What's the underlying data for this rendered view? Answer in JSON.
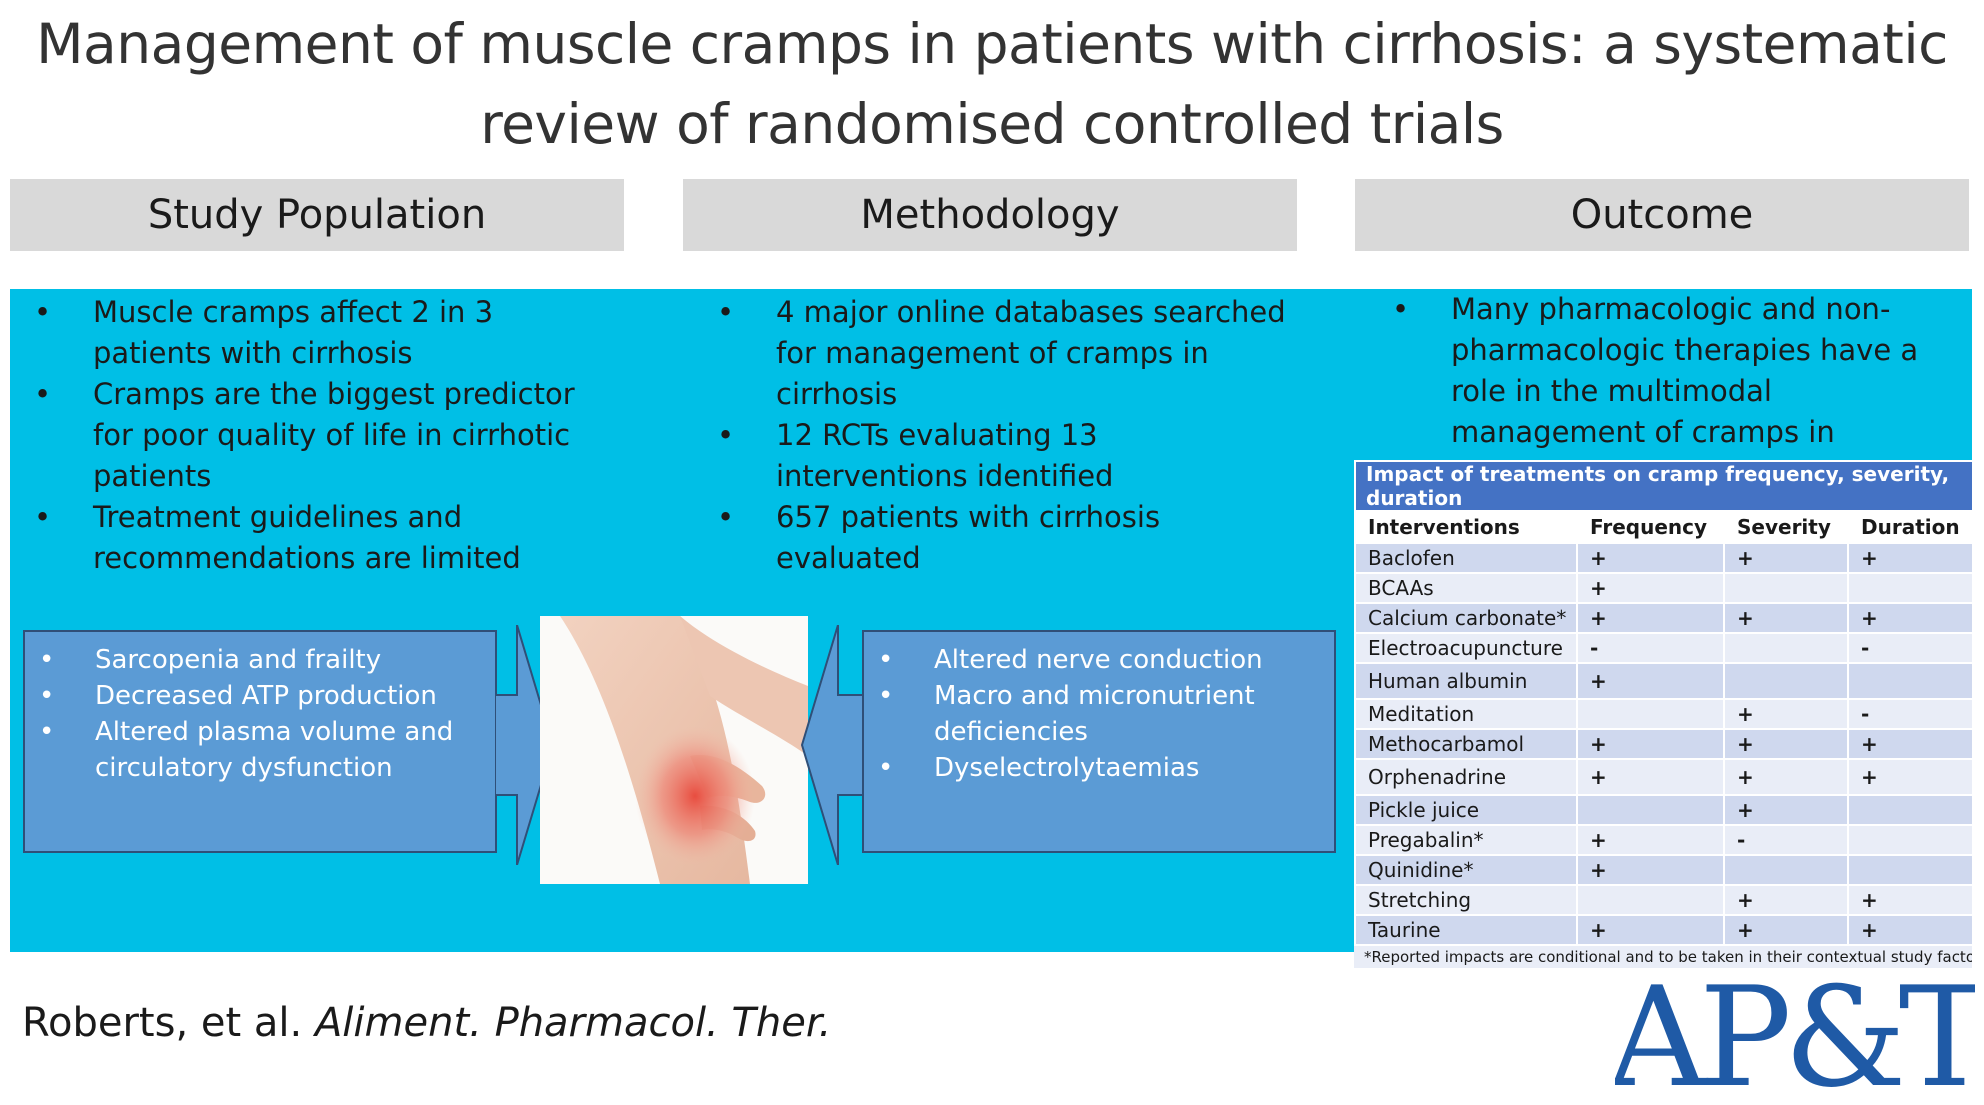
{
  "title": "Management of muscle cramps in patients with cirrhosis: a systematic review of randomised controlled trials",
  "headers": {
    "population": "Study Population",
    "methodology": "Methodology",
    "outcome": "Outcome"
  },
  "population": {
    "bullets": [
      "Muscle cramps affect 2 in 3 patients with cirrhosis",
      "Cramps are the biggest predictor for poor quality of life in cirrhotic patients",
      "Treatment guidelines and recommendations are limited"
    ]
  },
  "methodology": {
    "bullets": [
      "4 major online databases searched for management of cramps in cirrhosis",
      "12 RCTs evaluating 13 interventions identified",
      "657 patients with cirrhosis evaluated"
    ]
  },
  "outcome": {
    "bullets": [
      "Many pharmacologic and non-pharmacologic therapies have a role in the multimodal management of cramps in cirrhosis"
    ]
  },
  "left_box": {
    "items": [
      "Sarcopenia and frailty",
      "Decreased ATP production",
      "Altered plasma volume and circulatory dysfunction"
    ]
  },
  "right_box": {
    "items": [
      "Altered nerve conduction",
      "Macro and micronutrient deficiencies",
      "Dyselectrolytaemias"
    ]
  },
  "table": {
    "caption": "Impact of treatments on cramp frequency, severity, duration",
    "columns": [
      "Interventions",
      "Frequency",
      "Severity",
      "Duration"
    ],
    "rows": [
      [
        "Baclofen",
        "+",
        "+",
        "+"
      ],
      [
        "BCAAs",
        "+",
        "",
        ""
      ],
      [
        "Calcium carbonate*",
        "+",
        "+",
        "+"
      ],
      [
        "Electroacupuncture",
        "-",
        "",
        "-"
      ],
      [
        "Human albumin",
        "+",
        "",
        ""
      ],
      [
        "Meditation",
        "",
        "+",
        "-"
      ],
      [
        "Methocarbamol",
        "+",
        "+",
        "+"
      ],
      [
        "Orphenadrine",
        "+",
        "+",
        "+"
      ],
      [
        "Pickle juice",
        "",
        "+",
        ""
      ],
      [
        "Pregabalin*",
        "+",
        "-",
        ""
      ],
      [
        "Quinidine*",
        "+",
        "",
        ""
      ],
      [
        "Stretching",
        "",
        "+",
        "+"
      ],
      [
        "Taurine",
        "+",
        "+",
        "+"
      ]
    ],
    "footnote": "*Reported impacts are conditional and to be taken in their contextual study factors"
  },
  "citation": {
    "authors": "Roberts, et al.",
    "journal": "Aliment. Pharmacol. Ther."
  },
  "logo": {
    "text": "AP&T"
  },
  "colors": {
    "panel_blue": "#00bfe6",
    "box_blue": "#5b9bd5",
    "table_header": "#4472c4",
    "logo_blue": "#1f5aa6"
  }
}
